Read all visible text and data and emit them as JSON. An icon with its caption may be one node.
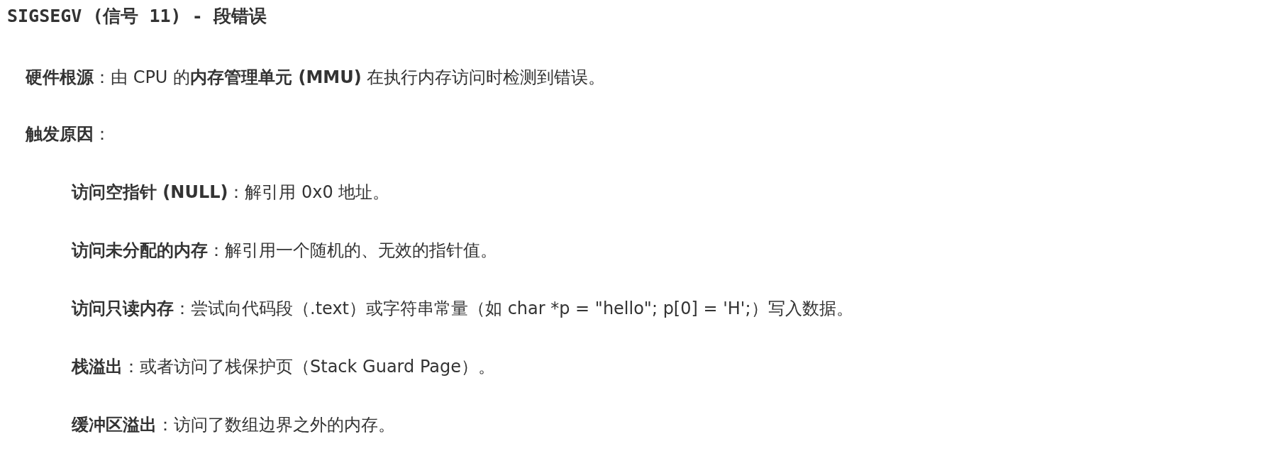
{
  "diagram": {
    "title": "SIGSEGV (信号 11) - 段错误",
    "labels": [
      "**硬件根源**：由 CPU 的**内存管理单元 (MMU)** 在执行内存访问时检测到错误。",
      "**触发原因**：",
      "**访问空指针 (NULL)**：解引用 0x0 地址。",
      "**访问未分配的内存**：解引用一个随机的、无效的指针值。",
      "**访问只读内存**：尝试向代码段（.text）或字符串常量（如 char *p = \"hello\"; p[0] = 'H';）写入数据。",
      "**栈溢出**：或者访问了栈保护页（Stack Guard Page）。",
      "**缓冲区溢出**：访问了数组边界之外的内存。"
    ]
  }
}
